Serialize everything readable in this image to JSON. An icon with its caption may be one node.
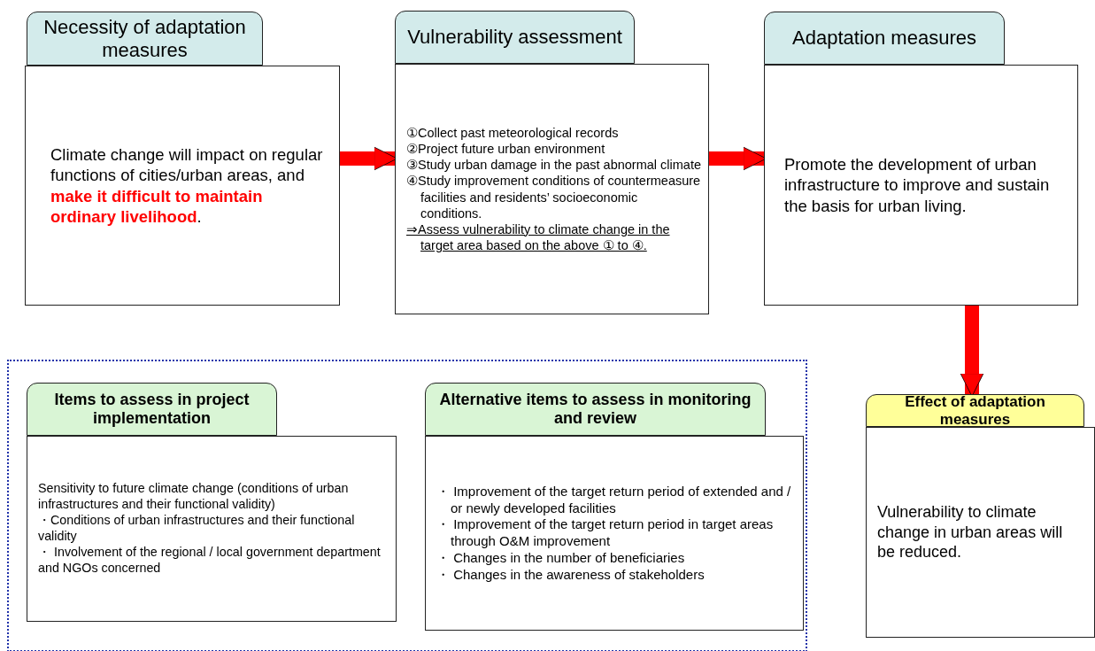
{
  "diagram": {
    "nodes": [
      {
        "text": [
          "Necessity of adaptation measures",
          "Climate change will impact on regular functions of cities/urban areas, and **make it difficult to maintain ordinary livelihood**."
        ]
      },
      {
        "text": [
          "Vulnerability assessment",
          "①Collect past meteorological records",
          "②Project future urban environment",
          "③Study urban damage in the past abnormal climate",
          "④Study improvement conditions of countermeasure facilities and residents’ socioeconomic conditions.",
          "⇒Assess vulnerability to climate change in the target area based on the above ① to ④."
        ]
      },
      {
        "text": [
          "Adaptation measures",
          "Promote the development of urban infrastructure to improve and sustain the basis for urban living."
        ]
      },
      {
        "text": [
          "Effect of adaptation measures",
          "Vulnerability to climate change in urban areas will be reduced."
        ]
      },
      {
        "text": [],
        "shape": "box"
      },
      {
        "text": [
          "Items to assess in project implementation",
          "Sensitivity to future climate change (conditions of urban infrastructures and their functional validity)",
          "・Conditions of urban infrastructures and their functional validity",
          "・ Involvement of the regional / local government department and NGOs concerned"
        ],
        "in": 4
      },
      {
        "text": [
          "Alternative items to assess in monitoring and review",
          "・ Improvement of the target return period of extended and / or newly developed facilities",
          "・ Improvement of the target return period in target areas through O&M improvement",
          "・ Changes in the number of beneficiaries",
          "・ Changes in the awareness of stakeholders"
        ],
        "in": 4
      }
    ],
    "edges": [
      {
        "from": 0,
        "to": 1,
        "arrow": "to"
      },
      {
        "from": 1,
        "to": 2,
        "arrow": "to"
      },
      {
        "from": 2,
        "to": 3,
        "arrow": "to"
      }
    ]
  }
}
